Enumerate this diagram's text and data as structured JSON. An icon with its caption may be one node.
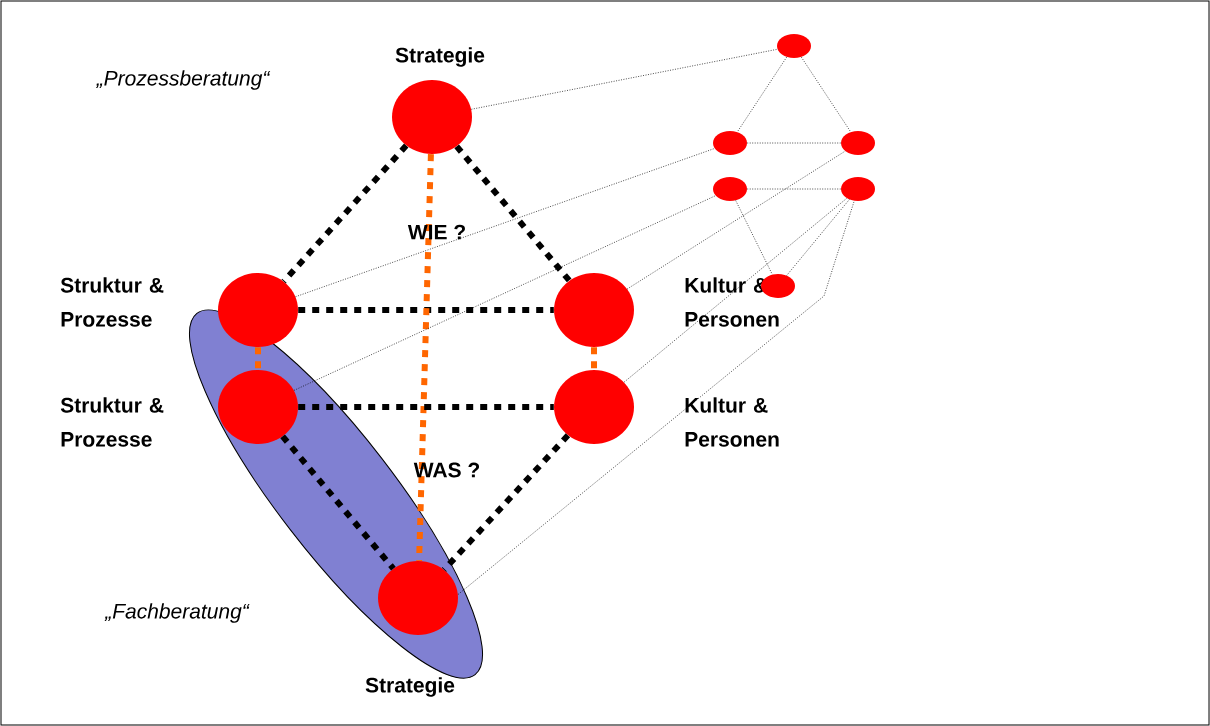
{
  "diagram": {
    "nodes": [
      {
        "text": [
          "Strategie"
        ]
      },
      {
        "text": [
          "Struktur & Prozesse"
        ]
      },
      {
        "text": [
          "Kultur & Personen"
        ]
      },
      {
        "text": [
          "Struktur & Prozesse"
        ]
      },
      {
        "text": [
          "Kultur & Personen"
        ]
      },
      {
        "text": [
          "Strategie"
        ]
      },
      {
        "text": [],
        "shape": "circle"
      },
      {
        "text": [],
        "shape": "circle"
      },
      {
        "text": [],
        "shape": "circle"
      },
      {
        "text": [],
        "shape": "circle"
      },
      {
        "text": [],
        "shape": "circle"
      },
      {
        "text": [],
        "shape": "circle"
      }
    ],
    "edges": [
      {
        "from": 0,
        "to": 1,
        "arrow": "none",
        "style": "dashed"
      },
      {
        "from": 0,
        "to": 2,
        "arrow": "none",
        "style": "dashed"
      },
      {
        "from": 1,
        "to": 2,
        "arrow": "none",
        "style": "dashed"
      },
      {
        "from": 0,
        "to": 5,
        "arrow": "none",
        "style": "dashed",
        "color": "#ff6600"
      },
      {
        "from": 1,
        "to": 3,
        "arrow": "none",
        "style": "dashed",
        "color": "#ff6600"
      },
      {
        "from": 2,
        "to": 4,
        "arrow": "none",
        "style": "dashed",
        "color": "#ff6600"
      },
      {
        "from": 3,
        "to": 4,
        "arrow": "none",
        "style": "dashed"
      },
      {
        "from": 3,
        "to": 5,
        "arrow": "none",
        "style": "dashed"
      },
      {
        "from": 4,
        "to": 5,
        "arrow": "none",
        "style": "dashed"
      },
      {
        "from": 0,
        "to": 6,
        "arrow": "none"
      },
      {
        "from": 1,
        "to": 7,
        "arrow": "none"
      },
      {
        "from": 2,
        "to": 8,
        "arrow": "none"
      },
      {
        "from": 3,
        "to": 9,
        "arrow": "none"
      },
      {
        "from": 4,
        "to": 10,
        "arrow": "none"
      },
      {
        "from": 5,
        "to": 10,
        "arrow": "none"
      },
      {
        "from": 6,
        "to": 7,
        "arrow": "none"
      },
      {
        "from": 6,
        "to": 8,
        "arrow": "none"
      },
      {
        "from": 7,
        "to": 8,
        "arrow": "none"
      },
      {
        "from": 9,
        "to": 10,
        "arrow": "none"
      },
      {
        "from": 9,
        "to": 11,
        "arrow": "none"
      },
      {
        "from": 10,
        "to": 11,
        "arrow": "none"
      }
    ],
    "labels": [
      "„Prozessberatung“",
      "WIE ?",
      "WAS ?",
      "„Fachberatung“"
    ]
  }
}
